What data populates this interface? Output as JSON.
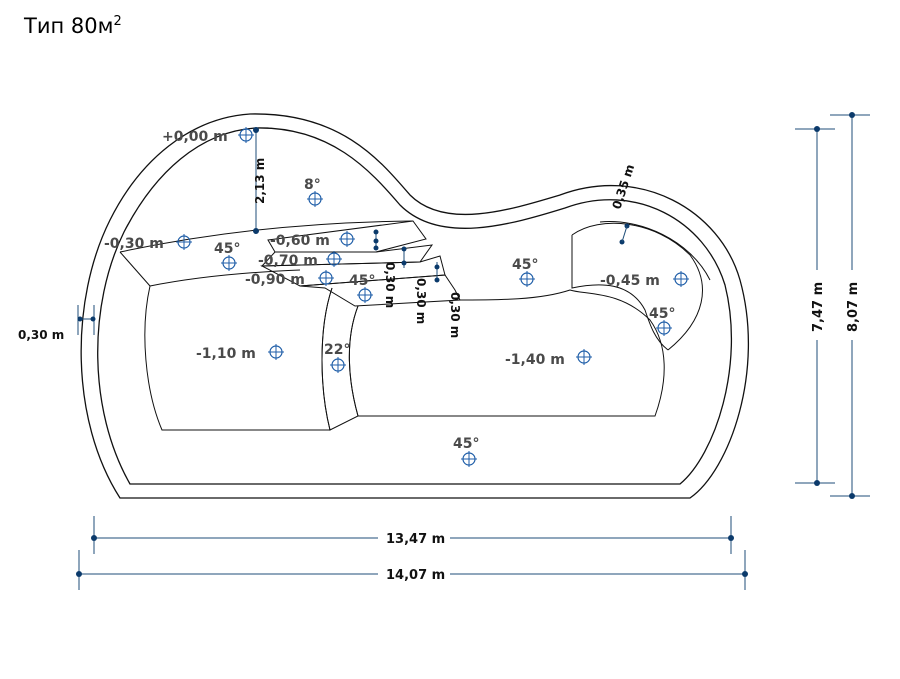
{
  "title": {
    "text": "Тип 80м",
    "superscript": "2"
  },
  "colors": {
    "outline": "#111111",
    "dimension": "#1f4e79",
    "marker": "#1f5ea8",
    "label": "#4a4a4a"
  },
  "icons": {
    "marker": "crosshair-circle-icon"
  },
  "depth_labels": {
    "zero": "+0,00 m",
    "minus_030": "-0,30 m",
    "minus_060": "-0,60 m",
    "minus_070": "-0,70 m",
    "minus_090": "-0,90 m",
    "minus_110": "-1,10 m",
    "minus_140": "-1,40 m",
    "minus_045": "-0,45 m"
  },
  "angle_labels": {
    "a8": "8°",
    "a45_left": "45°",
    "a45_mid": "45°",
    "a45_center": "45°",
    "a45_right": "45°",
    "a22": "22°",
    "a45_bottom": "45°"
  },
  "dimensions": {
    "depth_steps_1": "2,13 m",
    "step_a": "0,30 m",
    "step_b": "0,30 m",
    "step_c": "0,30 m",
    "bench": "0,35 m",
    "wall": "0,30 m",
    "inner_width": "13,47 m",
    "outer_width": "14,07 m",
    "inner_height": "7,47 m",
    "outer_height": "8,07 m"
  }
}
